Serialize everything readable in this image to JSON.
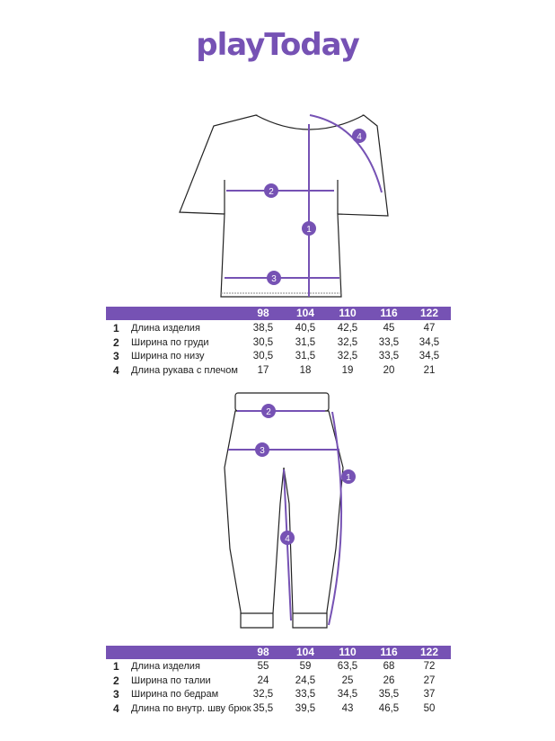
{
  "logo": "playToday",
  "colors": {
    "accent": "#7652b4"
  },
  "tshirt": {
    "markers": [
      "1",
      "2",
      "3",
      "4"
    ],
    "sizes": [
      "98",
      "104",
      "110",
      "116",
      "122"
    ],
    "rows": [
      {
        "num": "1",
        "label": "Длина изделия",
        "values": [
          "38,5",
          "40,5",
          "42,5",
          "45",
          "47"
        ]
      },
      {
        "num": "2",
        "label": "Ширина по груди",
        "values": [
          "30,5",
          "31,5",
          "32,5",
          "33,5",
          "34,5"
        ]
      },
      {
        "num": "3",
        "label": "Ширина по низу",
        "values": [
          "30,5",
          "31,5",
          "32,5",
          "33,5",
          "34,5"
        ]
      },
      {
        "num": "4",
        "label": "Длина рукава с плечом",
        "values": [
          "17",
          "18",
          "19",
          "20",
          "21"
        ]
      }
    ]
  },
  "pants": {
    "markers": [
      "1",
      "2",
      "3",
      "4"
    ],
    "sizes": [
      "98",
      "104",
      "110",
      "116",
      "122"
    ],
    "rows": [
      {
        "num": "1",
        "label": "Длина изделия",
        "values": [
          "55",
          "59",
          "63,5",
          "68",
          "72"
        ]
      },
      {
        "num": "2",
        "label": "Ширина по талии",
        "values": [
          "24",
          "24,5",
          "25",
          "26",
          "27"
        ]
      },
      {
        "num": "3",
        "label": "Ширина по бедрам",
        "values": [
          "32,5",
          "33,5",
          "34,5",
          "35,5",
          "37"
        ]
      },
      {
        "num": "4",
        "label": "Длина по внутр. шву брюк",
        "values": [
          "35,5",
          "39,5",
          "43",
          "46,5",
          "50"
        ]
      }
    ]
  }
}
